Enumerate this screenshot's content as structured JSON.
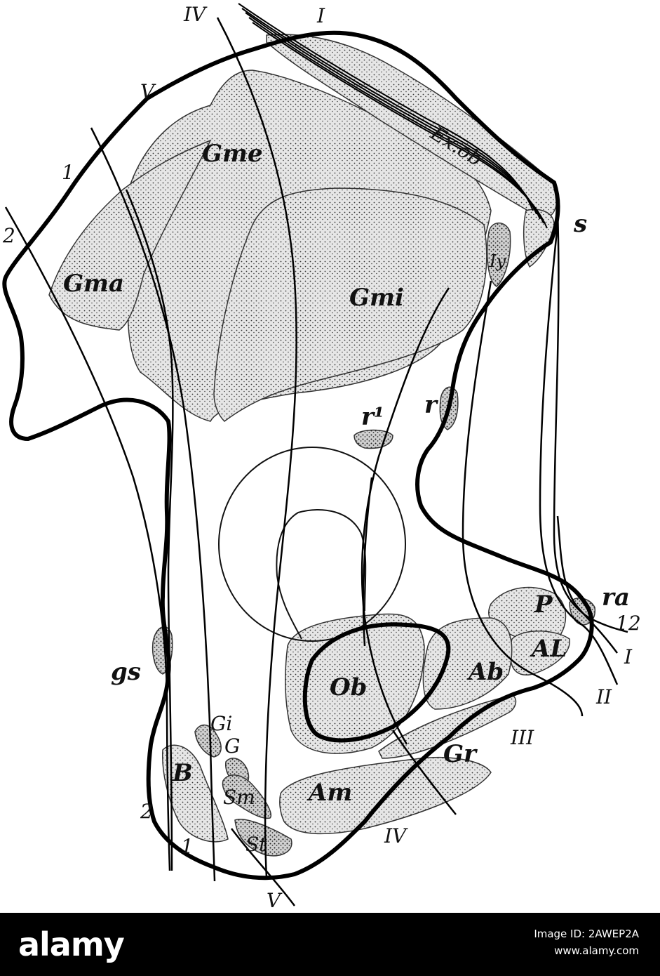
{
  "figure": {
    "labels": {
      "IV_top": "IV",
      "I_top": "I",
      "V_top": "V",
      "one_left": "1",
      "two_left": "2",
      "Gme": "Gme",
      "Gma": "Gma",
      "Gmi": "Gmi",
      "Exob": "Ex.ob",
      "s": "s",
      "Iy": "Iy",
      "r1": "r¹",
      "r": "r",
      "ra": "ra",
      "twelve": "12",
      "I_right": "I",
      "II_right": "II",
      "III_right": "III",
      "P": "P",
      "AL": "AL",
      "Ab": "Ab",
      "Ob": "Ob",
      "Gr": "Gr",
      "Am": "Am",
      "IV_bottom": "IV",
      "V_bottom": "V",
      "gs": "gs",
      "Gi": "Gi",
      "G": "G",
      "B": "B",
      "Sm": "Sm",
      "St": "St",
      "two_bottom": "2",
      "one_bottom": "1"
    }
  },
  "stock": {
    "brand": "alamy",
    "image_id": "Image ID: 2AWEP2A",
    "url": "www.alamy.com"
  }
}
